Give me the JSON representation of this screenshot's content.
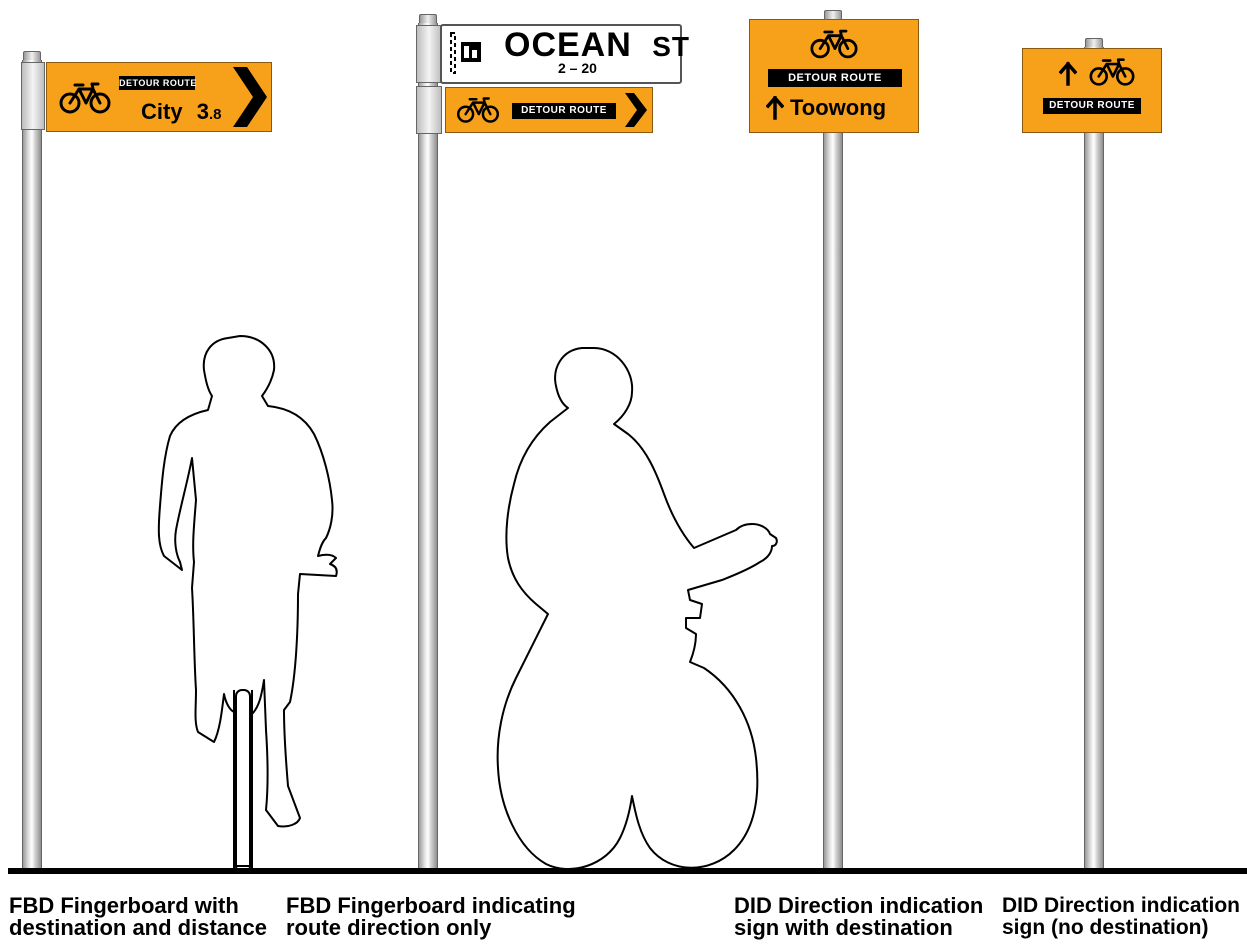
{
  "signs": {
    "fbd_distance": {
      "route_label": "DETOUR ROUTE",
      "destination": "City",
      "distance_main": "3",
      "distance_decimal": ".8",
      "icons": [
        "bicycle-icon",
        "chevron-right-icon"
      ]
    },
    "street_name": {
      "name": "OCEAN",
      "suffix": "ST",
      "numbers": "2 – 20",
      "icons": [
        "council-logo-icon"
      ]
    },
    "fbd_direction": {
      "route_label": "DETOUR ROUTE",
      "icons": [
        "bicycle-icon",
        "chevron-right-icon"
      ]
    },
    "did_destination": {
      "route_label": "DETOUR ROUTE",
      "destination": "Toowong",
      "icons": [
        "bicycle-icon",
        "arrow-up-icon"
      ]
    },
    "did_no_destination": {
      "route_label": "DETOUR ROUTE",
      "icons": [
        "arrow-up-icon",
        "bicycle-icon"
      ]
    }
  },
  "captions": [
    {
      "line1": "FBD Fingerboard with",
      "line2": "destination and distance"
    },
    {
      "line1": "FBD Fingerboard indicating",
      "line2": "route direction only"
    },
    {
      "line1": "DID Direction indication",
      "line2": "sign with destination"
    },
    {
      "line1": "DID Direction indication",
      "line2": "sign (no destination)"
    }
  ],
  "colors": {
    "sign_orange": "#f7a11a",
    "sign_black": "#000000",
    "street_sign_white": "#ffffff",
    "ground": "#000000"
  }
}
